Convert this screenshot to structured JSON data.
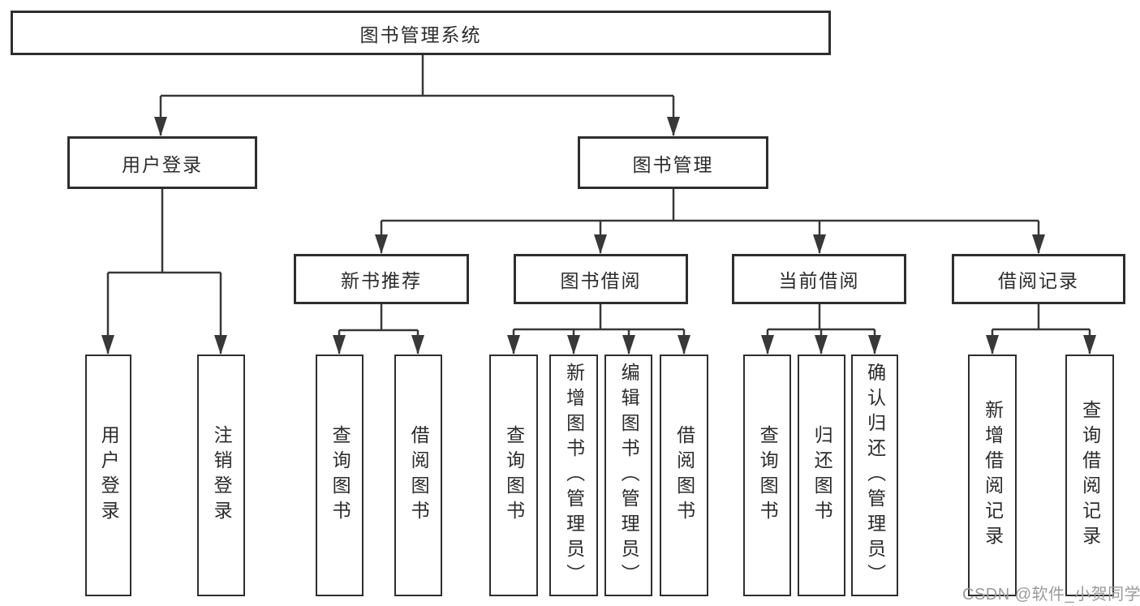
{
  "tree": {
    "root": {
      "label": "图书管理系统"
    },
    "branches": [
      {
        "label": "用户登录",
        "children": [
          {
            "label": "用户登录"
          },
          {
            "label": "注销登录"
          }
        ]
      },
      {
        "label": "图书管理",
        "children": [
          {
            "label": "新书推荐",
            "children": [
              {
                "label": "查询图书"
              },
              {
                "label": "借阅图书"
              }
            ]
          },
          {
            "label": "图书借阅",
            "children": [
              {
                "label": "查询图书"
              },
              {
                "label": "新增图书（管理员）"
              },
              {
                "label": "编辑图书（管理员）"
              },
              {
                "label": "借阅图书"
              }
            ]
          },
          {
            "label": "当前借阅",
            "children": [
              {
                "label": "查询图书"
              },
              {
                "label": "归还图书"
              },
              {
                "label": "确认归还（管理员）"
              }
            ]
          },
          {
            "label": "借阅记录",
            "children": [
              {
                "label": "新增借阅记录"
              },
              {
                "label": "查询借阅记录"
              }
            ]
          }
        ]
      }
    ]
  },
  "watermark": {
    "text": "CSDN @软件_小贺同学",
    "color": "#9a9a9a"
  },
  "colors": {
    "line": "#383838",
    "border": "#2e2e2e",
    "text": "#2b2b2b",
    "background": "#ffffff"
  }
}
